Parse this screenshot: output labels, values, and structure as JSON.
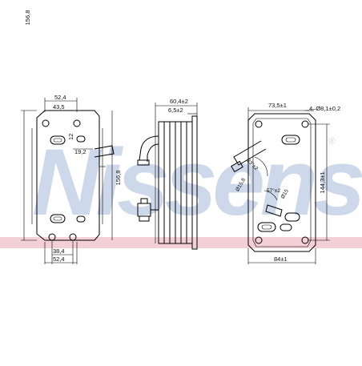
{
  "watermark": {
    "text": "Nissens",
    "mark": "®"
  },
  "colors": {
    "watermark": "#cdd9ea",
    "band": "#f3cfd6",
    "line": "#000000"
  },
  "views": {
    "front": {
      "dims": {
        "top_width_outer": "52,4",
        "top_width_inner": "43,5",
        "bolt_offset": "12",
        "pipe_offset": "19,2",
        "height_left": "156,8",
        "height_right": "156,8",
        "bottom_inner": "38,4",
        "bottom_outer": "52,4"
      }
    },
    "side": {
      "dims": {
        "depth_total": "60,4±2",
        "flange": "6,5±2"
      }
    },
    "back": {
      "dims": {
        "width_top": "73,5±1",
        "holes": "4–Ø8,1±0,2",
        "height": "144,3±1",
        "pipe_diam_a": "Ø15,8",
        "pipe_angle_a": "33°±2",
        "pipe_diam_b": "Ø15",
        "pipe_angle_b": "57°±2",
        "width_bottom": "84±1"
      }
    }
  }
}
